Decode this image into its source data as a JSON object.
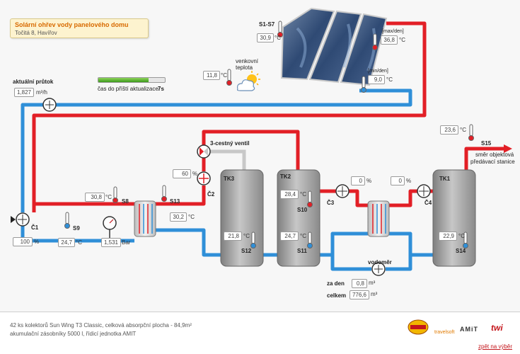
{
  "title": {
    "heading": "Solární ohřev vody panelového domu",
    "address": "Točitá 8, Havířov"
  },
  "update": {
    "label": "čas do příští aktualizace:",
    "value": "7s",
    "progress": 0.75
  },
  "flow": {
    "label": "aktuální průtok",
    "value": "1,827",
    "unit": "m³/h"
  },
  "outdoor": {
    "label_line1": "venkovní",
    "label_line2": "teplota",
    "value": "11,8",
    "unit": "°C"
  },
  "collectors": {
    "sensor_name": "S1-S7",
    "value": "30,9",
    "unit": "°C",
    "max_label": "[max/den]",
    "max_value": "36,8",
    "min_label": "[min/den]",
    "min_value": "9,0"
  },
  "sensors": {
    "s8": {
      "name": "S8",
      "value": "30,8",
      "unit": "°C"
    },
    "s9": {
      "name": "S9",
      "value": "24,7",
      "unit": "°C"
    },
    "s10": {
      "name": "S10",
      "value": "28,4",
      "unit": "°C"
    },
    "s11": {
      "name": "S11",
      "value": "24,7",
      "unit": "°C"
    },
    "s12": {
      "name": "S12",
      "value": "21,8",
      "unit": "°C"
    },
    "s13": {
      "name": "S13",
      "value": "30,2",
      "unit": "°C"
    },
    "s14": {
      "name": "S14",
      "value": "22,9",
      "unit": "°C"
    },
    "s15": {
      "name": "S15",
      "value": "23,6",
      "unit": "°C"
    }
  },
  "pressure": {
    "value": "1,531",
    "unit": "Bar"
  },
  "pumps": {
    "c1": {
      "name": "Č1",
      "value": "100",
      "unit": "%"
    },
    "c2": {
      "name": "Č2",
      "value": "60",
      "unit": "%"
    },
    "c3": {
      "name": "Č3",
      "value": "0",
      "unit": "%"
    },
    "c4": {
      "name": "Č4",
      "value": "0",
      "unit": "%"
    }
  },
  "valve": {
    "label": "3-cestný ventil"
  },
  "tanks": {
    "tk1": "TK1",
    "tk2": "TK2",
    "tk3": "TK3"
  },
  "water_meter": {
    "label": "vodoměr",
    "day_label": "za den",
    "day_value": "0,8",
    "total_label": "celkem",
    "total_value": "776,6",
    "unit": "m³"
  },
  "outlet": {
    "line1": "směr objektová",
    "line2": "předávací stanice"
  },
  "footer": {
    "line1": "42 ks kolektorů Sun Wing T3 Classic, celková absorpční plocha - 84,9m²",
    "line2": "akumulační zásobníky 5000 l, řídicí jednotka AMIT"
  },
  "logos": {
    "logo2": "travelsoft",
    "logo3": "AMiT",
    "logo4": "twi"
  },
  "nav": {
    "back": "zpět na výběr"
  },
  "colors": {
    "hot": "#e21f26",
    "cold": "#2f8fd8",
    "grey_pipe": "#c8c8c8"
  }
}
